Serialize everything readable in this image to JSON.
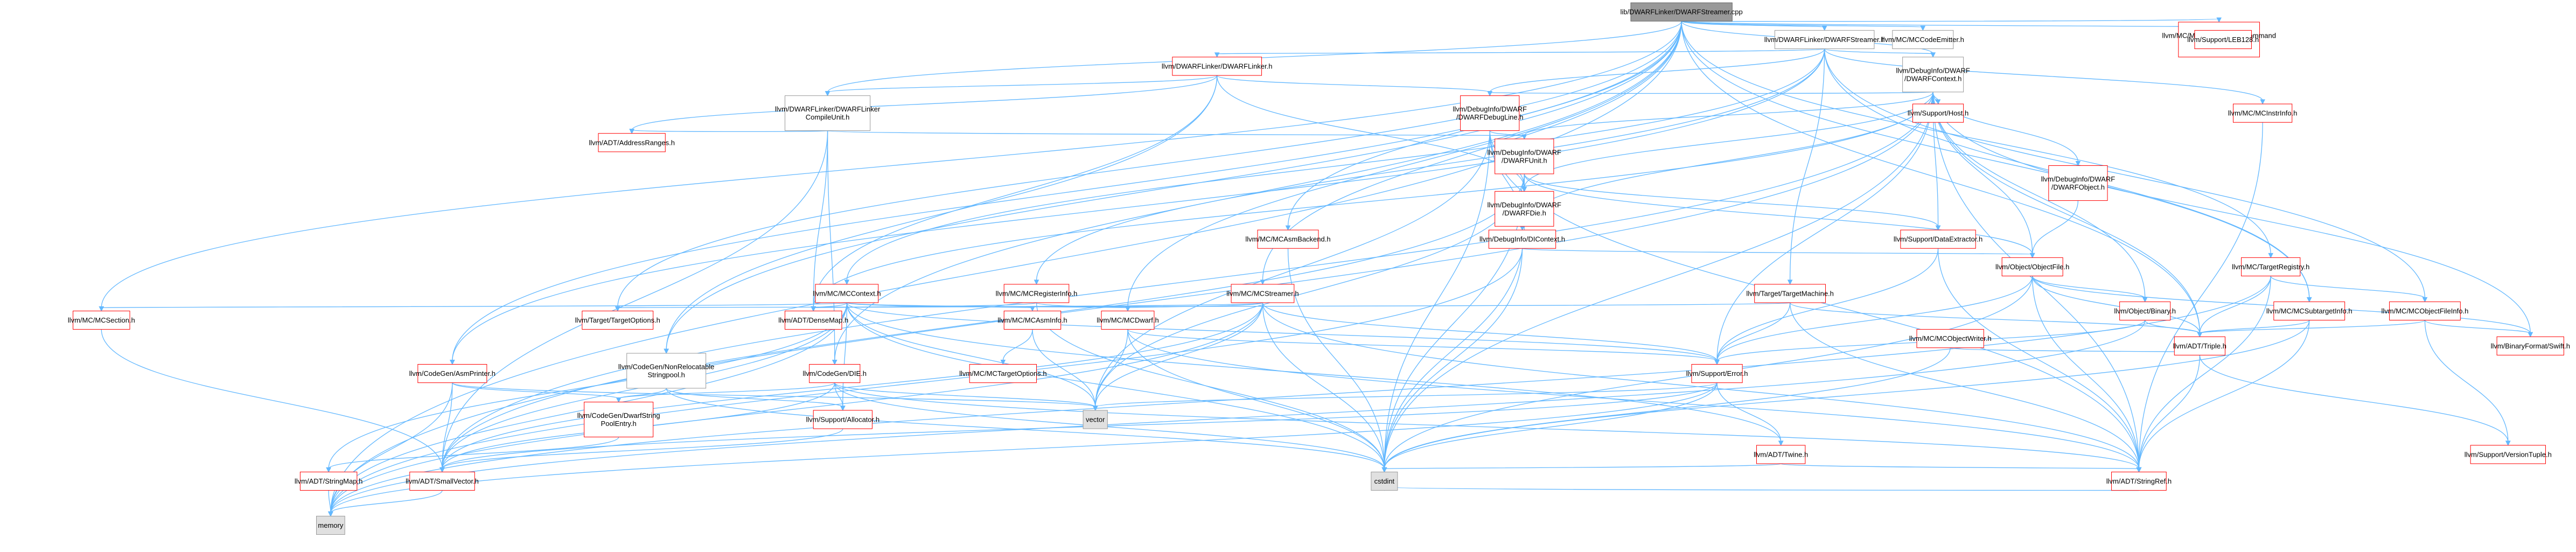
{
  "colors": {
    "root_fill": "#999999",
    "root_stroke": "#666666",
    "link_stroke": "#ff0000",
    "plain_stroke": "#999999",
    "sys_fill": "#e0e0e0",
    "node_fill": "#ffffff",
    "edge": "#63b8ff",
    "text": "#000000"
  },
  "nodes": [
    {
      "id": "root",
      "label": "lib/DWARFLinker/DWARFStreamer.cpp",
      "kind": "root"
    },
    {
      "id": "dls",
      "label": "llvm/DWARFLinker/DWARFStreamer.h",
      "kind": "plain"
    },
    {
      "id": "codeemit",
      "label": "llvm/MC/MCCodeEmitter.h",
      "kind": "plain"
    },
    {
      "id": "tgtoptcmd",
      "label": "llvm/MC/MCTargetOptionsCommand\nFlags.h",
      "kind": "link"
    },
    {
      "id": "leb",
      "label": "llvm/Support/LEB128.h",
      "kind": "link"
    },
    {
      "id": "dwlinker",
      "label": "llvm/DWARFLinker/DWARFLinker.h",
      "kind": "link"
    },
    {
      "id": "dwctx",
      "label": "llvm/DebugInfo/DWARF\n/DWARFContext.h",
      "kind": "plain"
    },
    {
      "id": "complunit",
      "label": "llvm/DWARFLinker/DWARFLinker\nCompileUnit.h",
      "kind": "plain"
    },
    {
      "id": "dwdebugline",
      "label": "llvm/DebugInfo/DWARF\n/DWARFDebugLine.h",
      "kind": "link"
    },
    {
      "id": "host",
      "label": "llvm/Support/Host.h",
      "kind": "link"
    },
    {
      "id": "mcinstinfo",
      "label": "llvm/MC/MCInstrInfo.h",
      "kind": "link"
    },
    {
      "id": "addrranges",
      "label": "llvm/ADT/AddressRanges.h",
      "kind": "link"
    },
    {
      "id": "dwunit",
      "label": "llvm/DebugInfo/DWARF\n/DWARFUnit.h",
      "kind": "link"
    },
    {
      "id": "dwdie",
      "label": "llvm/DebugInfo/DWARF\n/DWARFDie.h",
      "kind": "link"
    },
    {
      "id": "dwobject",
      "label": "llvm/DebugInfo/DWARF\n/DWARFObject.h",
      "kind": "link"
    },
    {
      "id": "asmbackend",
      "label": "llvm/MC/MCAsmBackend.h",
      "kind": "link"
    },
    {
      "id": "dictx",
      "label": "llvm/DebugInfo/DIContext.h",
      "kind": "link"
    },
    {
      "id": "dataext",
      "label": "llvm/Support/DataExtractor.h",
      "kind": "link"
    },
    {
      "id": "objfile",
      "label": "llvm/Object/ObjectFile.h",
      "kind": "link"
    },
    {
      "id": "tgtreg",
      "label": "llvm/MC/TargetRegistry.h",
      "kind": "link"
    },
    {
      "id": "mcctx",
      "label": "llvm/MC/MCContext.h",
      "kind": "link"
    },
    {
      "id": "reginfo",
      "label": "llvm/MC/MCRegisterInfo.h",
      "kind": "link"
    },
    {
      "id": "mcstreamer",
      "label": "llvm/MC/MCStreamer.h",
      "kind": "link"
    },
    {
      "id": "tgtmachine",
      "label": "llvm/Target/TargetMachine.h",
      "kind": "link"
    },
    {
      "id": "objbinary",
      "label": "llvm/Object/Binary.h",
      "kind": "link"
    },
    {
      "id": "subtgtinfo",
      "label": "llvm/MC/MCSubtargetInfo.h",
      "kind": "link"
    },
    {
      "id": "objfileinfo",
      "label": "llvm/MC/MCObjectFileInfo.h",
      "kind": "link"
    },
    {
      "id": "mcsection",
      "label": "llvm/MC/MCSection.h",
      "kind": "link"
    },
    {
      "id": "tgtoptions",
      "label": "llvm/Target/TargetOptions.h",
      "kind": "link"
    },
    {
      "id": "densemap",
      "label": "llvm/ADT/DenseMap.h",
      "kind": "link"
    },
    {
      "id": "asminfo",
      "label": "llvm/MC/MCAsmInfo.h",
      "kind": "link"
    },
    {
      "id": "mcdwarf",
      "label": "llvm/MC/MCDwarf.h",
      "kind": "link"
    },
    {
      "id": "objwriter",
      "label": "llvm/MC/MCObjectWriter.h",
      "kind": "link"
    },
    {
      "id": "triple",
      "label": "llvm/ADT/Triple.h",
      "kind": "link"
    },
    {
      "id": "swift",
      "label": "llvm/BinaryFormat/Swift.h",
      "kind": "link"
    },
    {
      "id": "asmprinter",
      "label": "llvm/CodeGen/AsmPrinter.h",
      "kind": "link"
    },
    {
      "id": "nonreloc",
      "label": "llvm/CodeGen/NonRelocatable\nStringpool.h",
      "kind": "plain"
    },
    {
      "id": "die",
      "label": "llvm/CodeGen/DIE.h",
      "kind": "link"
    },
    {
      "id": "mctgtopt",
      "label": "llvm/MC/MCTargetOptions.h",
      "kind": "link"
    },
    {
      "id": "error",
      "label": "llvm/Support/Error.h",
      "kind": "link"
    },
    {
      "id": "dwstrpool",
      "label": "llvm/CodeGen/DwarfString\nPoolEntry.h",
      "kind": "link"
    },
    {
      "id": "allocator",
      "label": "llvm/Support/Allocator.h",
      "kind": "link"
    },
    {
      "id": "vector",
      "label": "vector",
      "kind": "sys"
    },
    {
      "id": "twine",
      "label": "llvm/ADT/Twine.h",
      "kind": "link"
    },
    {
      "id": "versiontuple",
      "label": "llvm/Support/VersionTuple.h",
      "kind": "link"
    },
    {
      "id": "strmap",
      "label": "llvm/ADT/StringMap.h",
      "kind": "link"
    },
    {
      "id": "smallvec",
      "label": "llvm/ADT/SmallVector.h",
      "kind": "link"
    },
    {
      "id": "cstdint",
      "label": "cstdint",
      "kind": "sys"
    },
    {
      "id": "strref",
      "label": "llvm/ADT/StringRef.h",
      "kind": "link"
    },
    {
      "id": "memory",
      "label": "memory",
      "kind": "sys"
    }
  ],
  "edges": [
    [
      "root",
      "dls"
    ],
    [
      "root",
      "codeemit"
    ],
    [
      "root",
      "tgtoptcmd"
    ],
    [
      "root",
      "leb"
    ],
    [
      "root",
      "dwctx"
    ],
    [
      "root",
      "complunit"
    ],
    [
      "root",
      "mcstreamer"
    ],
    [
      "root",
      "asmbackend"
    ],
    [
      "root",
      "mcsection"
    ],
    [
      "root",
      "tgtoptions"
    ],
    [
      "root",
      "tgtreg"
    ],
    [
      "root",
      "subtgtinfo"
    ],
    [
      "root",
      "die"
    ],
    [
      "root",
      "nonreloc"
    ],
    [
      "root",
      "asmprinter"
    ],
    [
      "root",
      "mcdwarf"
    ],
    [
      "root",
      "triple"
    ],
    [
      "root",
      "memory"
    ],
    [
      "dls",
      "dwlinker"
    ],
    [
      "dls",
      "dwctx"
    ],
    [
      "dls",
      "mcinstinfo"
    ],
    [
      "dls",
      "objfileinfo"
    ],
    [
      "dls",
      "tgtmachine"
    ],
    [
      "dls",
      "reginfo"
    ],
    [
      "dls",
      "asmprinter"
    ],
    [
      "dls",
      "mcctx"
    ],
    [
      "dls",
      "dwdebugline"
    ],
    [
      "dls",
      "subtgtinfo"
    ],
    [
      "dwlinker",
      "complunit"
    ],
    [
      "dwlinker",
      "dwdebugline"
    ],
    [
      "dwlinker",
      "addrranges"
    ],
    [
      "dwlinker",
      "dwdie"
    ],
    [
      "dwlinker",
      "nonreloc"
    ],
    [
      "dwlinker",
      "densemap"
    ],
    [
      "complunit",
      "addrranges"
    ],
    [
      "complunit",
      "dwunit"
    ],
    [
      "complunit",
      "densemap"
    ],
    [
      "complunit",
      "smallvec"
    ],
    [
      "complunit",
      "die"
    ],
    [
      "dwctx",
      "dwdebugline"
    ],
    [
      "dwctx",
      "dwunit"
    ],
    [
      "dwctx",
      "dwdie"
    ],
    [
      "dwctx",
      "dwobject"
    ],
    [
      "dwctx",
      "host"
    ],
    [
      "dwctx",
      "dictx"
    ],
    [
      "dwctx",
      "dataext"
    ],
    [
      "dwctx",
      "objfile"
    ],
    [
      "dwctx",
      "objbinary"
    ],
    [
      "dwctx",
      "error"
    ],
    [
      "dwctx",
      "triple"
    ],
    [
      "dwctx",
      "strref"
    ],
    [
      "dwctx",
      "smallvec"
    ],
    [
      "dwctx",
      "memory"
    ],
    [
      "dwctx",
      "cstdint"
    ],
    [
      "dwctx",
      "densemap"
    ],
    [
      "dwctx",
      "swift"
    ],
    [
      "dwdebugline",
      "dwunit"
    ],
    [
      "dwdebugline",
      "dictx"
    ],
    [
      "dwdebugline",
      "dwdie"
    ],
    [
      "dwdebugline",
      "vector"
    ],
    [
      "dwdebugline",
      "cstdint"
    ],
    [
      "dwdebugline",
      "strref"
    ],
    [
      "dwunit",
      "dwdie"
    ],
    [
      "dwunit",
      "dataext"
    ],
    [
      "dwunit",
      "vector"
    ],
    [
      "dwunit",
      "cstdint"
    ],
    [
      "dwunit",
      "smallvec"
    ],
    [
      "dwunit",
      "objfile"
    ],
    [
      "dwdie",
      "dictx"
    ],
    [
      "dwdie",
      "cstdint"
    ],
    [
      "dwobject",
      "objfile"
    ],
    [
      "dictx",
      "objfile"
    ],
    [
      "dictx",
      "cstdint"
    ],
    [
      "dictx",
      "memory"
    ],
    [
      "dataext",
      "error"
    ],
    [
      "dataext",
      "strref"
    ],
    [
      "objfile",
      "objbinary"
    ],
    [
      "objfile",
      "triple"
    ],
    [
      "objfile",
      "error"
    ],
    [
      "objfile",
      "swift"
    ],
    [
      "objfile",
      "strref"
    ],
    [
      "objfile",
      "cstdint"
    ],
    [
      "objbinary",
      "triple"
    ],
    [
      "objbinary",
      "error"
    ],
    [
      "objbinary",
      "memory"
    ],
    [
      "mcinstinfo",
      "strref"
    ],
    [
      "asmbackend",
      "cstdint"
    ],
    [
      "tgtreg",
      "triple"
    ],
    [
      "tgtreg",
      "strref"
    ],
    [
      "tgtreg",
      "memory"
    ],
    [
      "tgtreg",
      "objfileinfo"
    ],
    [
      "tgtmachine",
      "triple"
    ],
    [
      "tgtmachine",
      "tgtoptions"
    ],
    [
      "tgtmachine",
      "error"
    ],
    [
      "tgtmachine",
      "strref"
    ],
    [
      "objfileinfo",
      "triple"
    ],
    [
      "objfileinfo",
      "versiontuple"
    ],
    [
      "objfileinfo",
      "swift"
    ],
    [
      "subtgtinfo",
      "triple"
    ],
    [
      "subtgtinfo",
      "strref"
    ],
    [
      "subtgtinfo",
      "cstdint"
    ],
    [
      "mcstreamer",
      "mcdwarf"
    ],
    [
      "mcstreamer",
      "error"
    ],
    [
      "mcstreamer",
      "smallvec"
    ],
    [
      "mcstreamer",
      "strref"
    ],
    [
      "mcstreamer",
      "densemap"
    ],
    [
      "mcstreamer",
      "memory"
    ],
    [
      "mcstreamer",
      "cstdint"
    ],
    [
      "mcstreamer",
      "vector"
    ],
    [
      "mcctx",
      "mcdwarf"
    ],
    [
      "mcctx",
      "asminfo"
    ],
    [
      "mcctx",
      "densemap"
    ],
    [
      "mcctx",
      "strmap"
    ],
    [
      "mcctx",
      "smallvec"
    ],
    [
      "mcctx",
      "error"
    ],
    [
      "mcctx",
      "twine"
    ],
    [
      "mcctx",
      "mcsection"
    ],
    [
      "mcctx",
      "allocator"
    ],
    [
      "mcctx",
      "memory"
    ],
    [
      "mcctx",
      "vector"
    ],
    [
      "mcctx",
      "cstdint"
    ],
    [
      "reginfo",
      "densemap"
    ],
    [
      "reginfo",
      "cstdint"
    ],
    [
      "reginfo",
      "mcdwarf"
    ],
    [
      "asminfo",
      "mctgtopt"
    ],
    [
      "asminfo",
      "vector"
    ],
    [
      "mcdwarf",
      "error"
    ],
    [
      "mcdwarf",
      "strref"
    ],
    [
      "mcdwarf",
      "vector"
    ],
    [
      "mcdwarf",
      "cstdint"
    ],
    [
      "objwriter",
      "triple"
    ],
    [
      "objwriter",
      "cstdint"
    ],
    [
      "triple",
      "strref"
    ],
    [
      "triple",
      "versiontuple"
    ],
    [
      "mcsection",
      "smallvec"
    ],
    [
      "asmprinter",
      "smallvec"
    ],
    [
      "asmprinter",
      "memory"
    ],
    [
      "asmprinter",
      "dwstrpool"
    ],
    [
      "asmprinter",
      "vector"
    ],
    [
      "nonreloc",
      "dwstrpool"
    ],
    [
      "nonreloc",
      "allocator"
    ],
    [
      "nonreloc",
      "cstdint"
    ],
    [
      "die",
      "dwstrpool"
    ],
    [
      "die",
      "allocator"
    ],
    [
      "die",
      "smallvec"
    ],
    [
      "die",
      "strref"
    ],
    [
      "die",
      "vector"
    ],
    [
      "die",
      "cstdint"
    ],
    [
      "dwstrpool",
      "strmap"
    ],
    [
      "allocator",
      "smallvec"
    ],
    [
      "error",
      "twine"
    ],
    [
      "error",
      "smallvec"
    ],
    [
      "error",
      "memory"
    ],
    [
      "error",
      "vector"
    ],
    [
      "error",
      "cstdint"
    ],
    [
      "twine",
      "strref"
    ],
    [
      "twine",
      "cstdint"
    ],
    [
      "strmap",
      "memory"
    ],
    [
      "smallvec",
      "memory"
    ],
    [
      "strref",
      "cstdint"
    ]
  ]
}
